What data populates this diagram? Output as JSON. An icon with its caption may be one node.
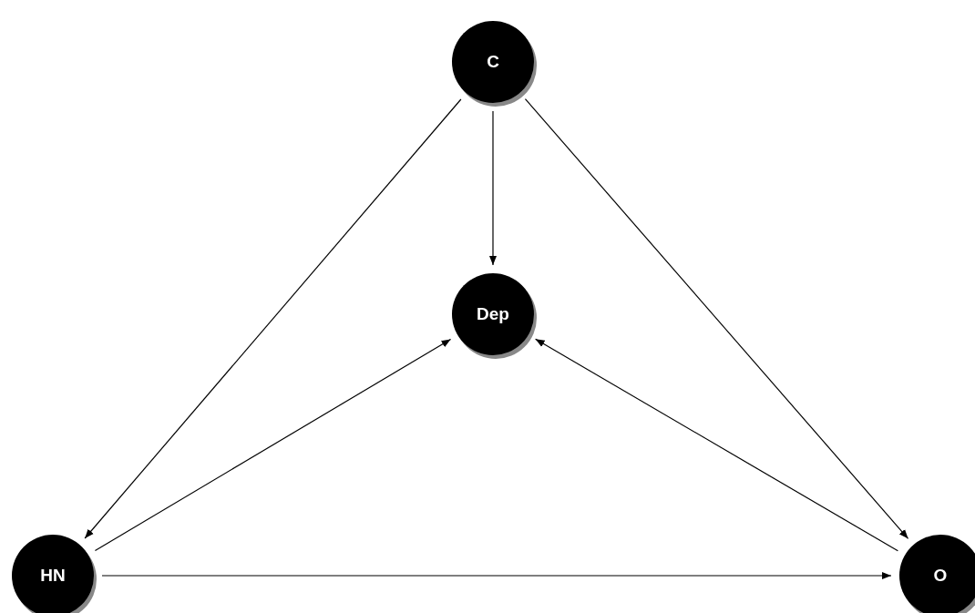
{
  "diagram": {
    "nodes": [
      {
        "text": [
          "C"
        ]
      },
      {
        "text": [
          "Dep"
        ]
      },
      {
        "text": [
          "HN"
        ]
      },
      {
        "text": [
          "O"
        ]
      }
    ],
    "edges": [
      {
        "from": 0,
        "to": 1,
        "arrow": "to"
      },
      {
        "from": 0,
        "to": 2,
        "arrow": "to"
      },
      {
        "from": 0,
        "to": 3,
        "arrow": "to"
      },
      {
        "from": 2,
        "to": 1,
        "arrow": "to"
      },
      {
        "from": 3,
        "to": 1,
        "arrow": "to"
      },
      {
        "from": 2,
        "to": 3,
        "arrow": "to"
      }
    ]
  }
}
